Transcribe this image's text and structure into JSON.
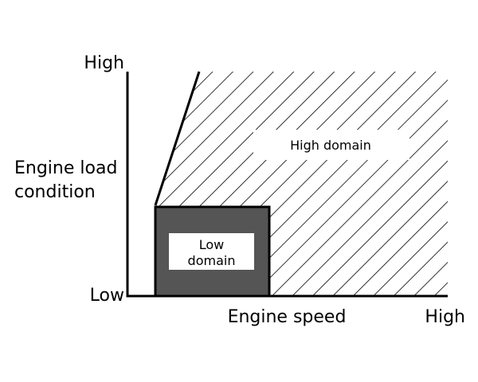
{
  "y_axis": {
    "title_line1": "Engine load",
    "title_line2": "condition",
    "high_label": "High",
    "low_label": "Low"
  },
  "x_axis": {
    "title": "Engine speed",
    "high_label": "High"
  },
  "regions": {
    "high_domain": "High domain",
    "low_domain_line1": "Low",
    "low_domain_line2": "domain"
  },
  "colors": {
    "low_domain_fill": "#555555",
    "hatch": "#000000",
    "axis": "#000000",
    "label_box": "#ffffff"
  }
}
